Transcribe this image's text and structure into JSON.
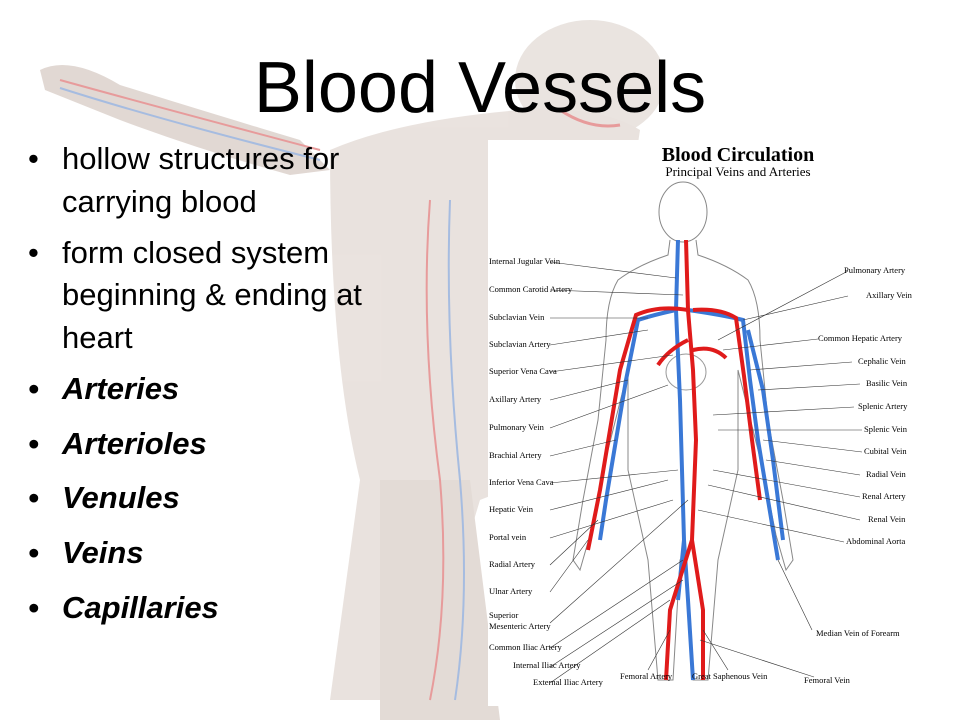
{
  "slide": {
    "title": "Blood Vessels",
    "bullets": [
      "hollow structures for carrying blood",
      "form closed system beginning & ending at heart"
    ],
    "terms": [
      "Arteries",
      "Arterioles",
      "Venules",
      "Veins",
      "Capillaries"
    ]
  },
  "diagram": {
    "title": "Blood Circulation",
    "subtitle": "Principal Veins and Arteries",
    "left_labels": [
      "Internal Jugular Vein",
      "Common Carotid Artery",
      "Subclavian Vein",
      "Subclavian Artery",
      "Superior Vena Cava",
      "Axillary Artery",
      "Pulmonary Vein",
      "Brachial Artery",
      "Inferior Vena Cava",
      "Hepatic Vein",
      "Portal vein",
      "Radial Artery",
      "Ulnar Artery",
      "Superior",
      "Mesenteric Artery",
      "Common Iliac Artery",
      "Internal Iliac Artery",
      "External Iliac Artery"
    ],
    "right_labels": [
      "Pulmonary Artery",
      "Axillary Vein",
      "Common Hepatic Artery",
      "Cephalic Vein",
      "Basilic Vein",
      "Splenic Artery",
      "Splenic Vein",
      "Cubital Vein",
      "Radial Vein",
      "Renal Artery",
      "Renal Vein",
      "Abdominal Aorta",
      "Median Vein of Forearm",
      "Femoral Vein"
    ],
    "bottom_labels": [
      "Femoral Artery",
      "Great Saphenous Vein"
    ],
    "colors": {
      "artery": "#e01b1b",
      "vein": "#3a78d6",
      "outline": "#888888"
    }
  }
}
